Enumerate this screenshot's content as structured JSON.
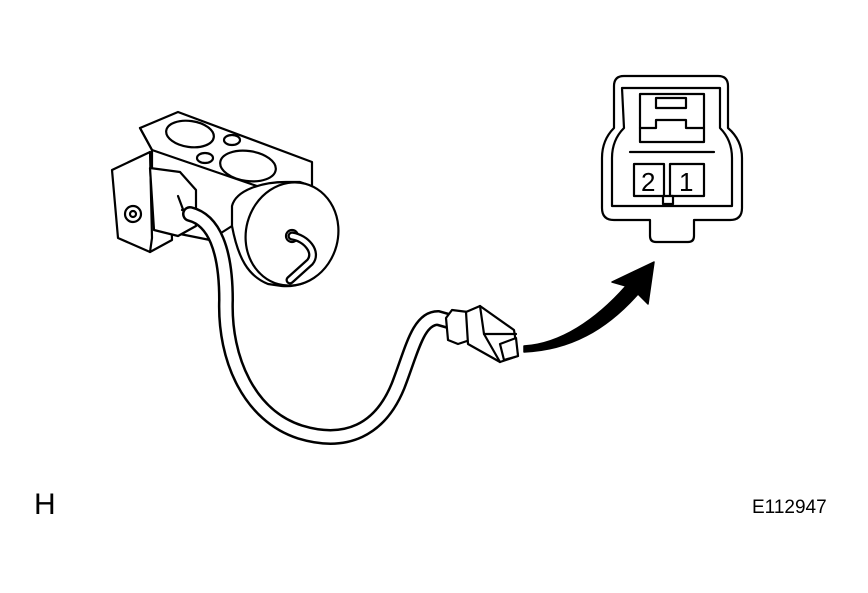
{
  "connector_face": {
    "pins": [
      {
        "number": "2"
      },
      {
        "number": "1"
      }
    ]
  },
  "view_letter": "H",
  "figure_code": "E112947"
}
